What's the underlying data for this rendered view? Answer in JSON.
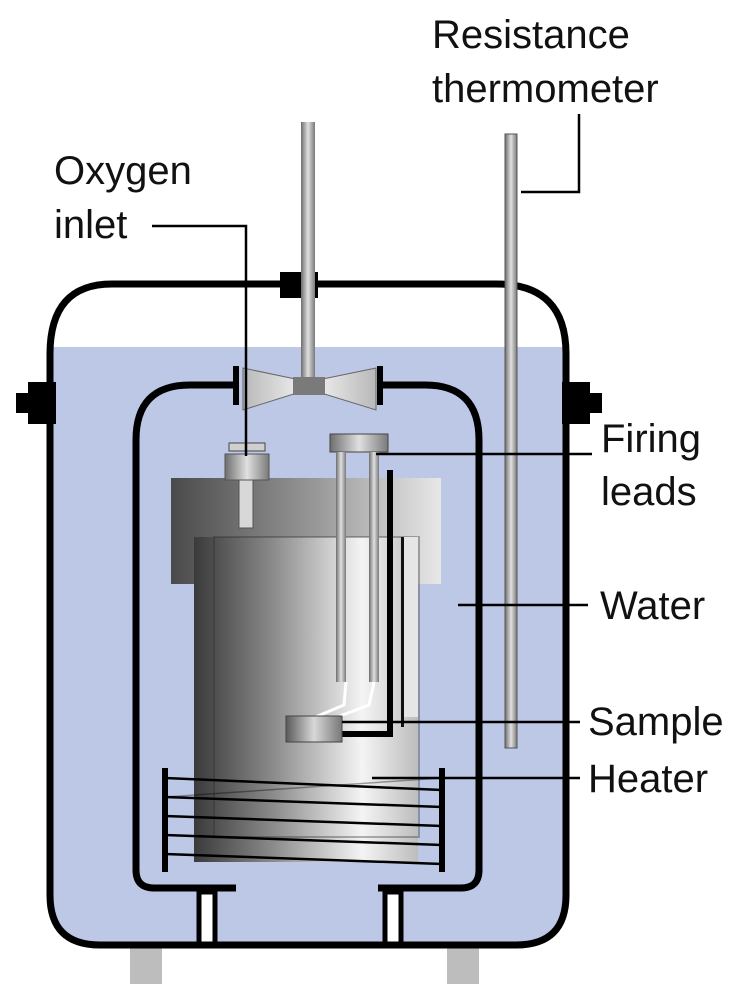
{
  "labels": {
    "resistance_thermometer": [
      "Resistance",
      "thermometer"
    ],
    "oxygen_inlet": [
      "Oxygen",
      "inlet"
    ],
    "firing_leads": [
      "Firing",
      "leads"
    ],
    "water": "Water",
    "sample": "Sample",
    "heater": "Heater"
  },
  "colors": {
    "water": "#BCC8E6",
    "outline": "#000000",
    "steel_dark": "#4a4a4a",
    "steel_light": "#f2f2f2",
    "feet": "#bdbdbd",
    "leader_line": "#000000"
  }
}
